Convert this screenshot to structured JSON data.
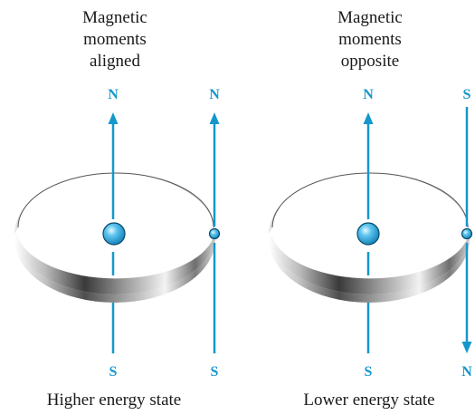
{
  "left": {
    "heading": [
      "Magnetic",
      "moments",
      "aligned"
    ],
    "caption": "Higher energy state",
    "nucleus_poles": {
      "top": "N",
      "bottom": "S"
    },
    "electron_poles": {
      "top": "N",
      "bottom": "S"
    }
  },
  "right": {
    "heading": [
      "Magnetic",
      "moments",
      "opposite"
    ],
    "caption": "Lower energy state",
    "nucleus_poles": {
      "top": "N",
      "bottom": "S"
    },
    "electron_poles": {
      "top": "S",
      "bottom": "N"
    }
  },
  "colors": {
    "field_line": "#1597cc",
    "sphere": "#36b4e6",
    "ring_dark": "#3a3a3a",
    "ring_light": "#f2f2f2"
  }
}
